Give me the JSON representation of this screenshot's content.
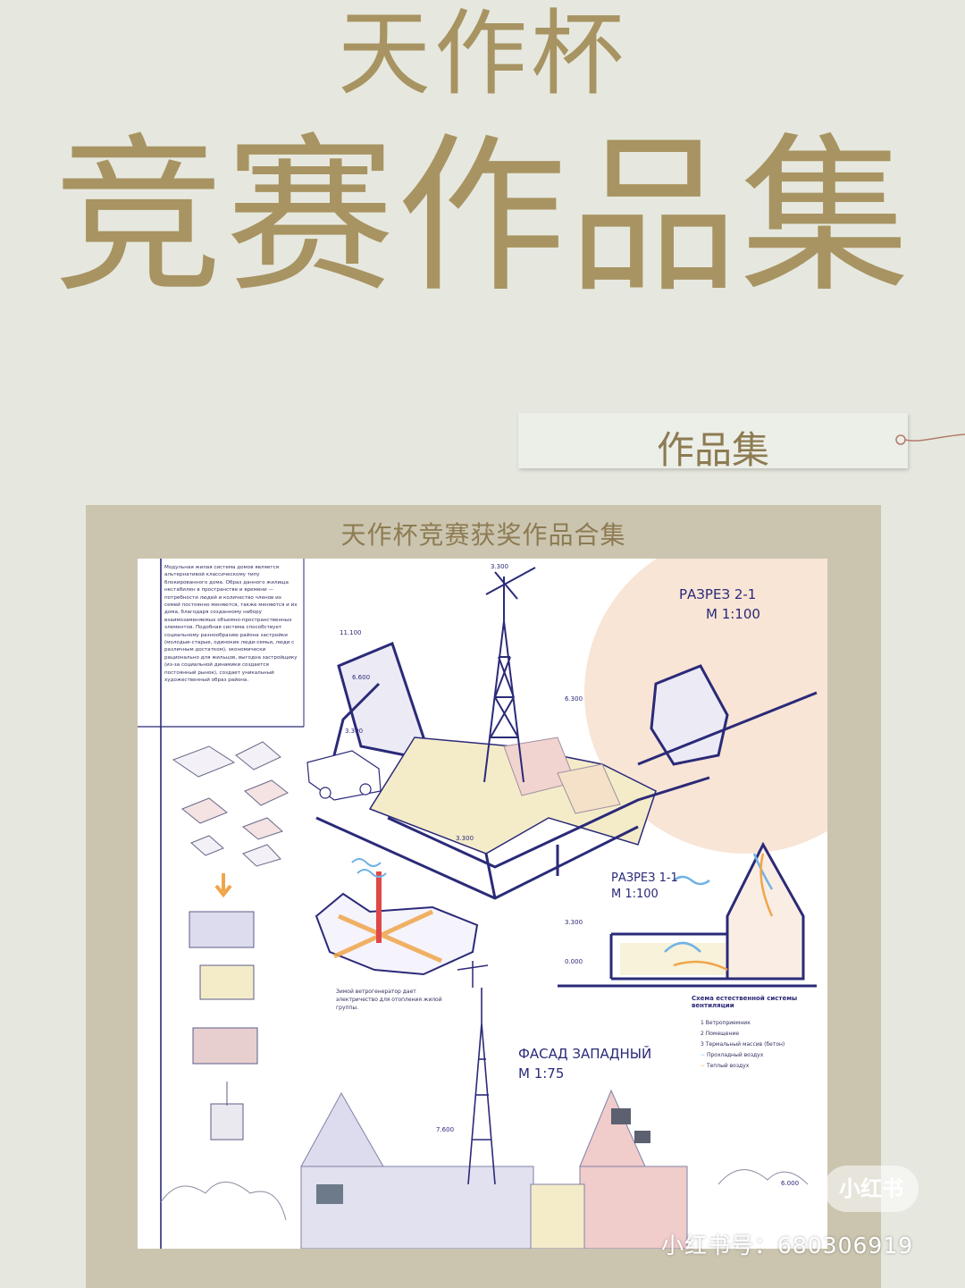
{
  "header": {
    "title_line1": "天作杯",
    "title_line2": "竞赛作品集"
  },
  "tag": {
    "label": "作品集"
  },
  "board": {
    "caption": "天作杯竞赛获奖作品合集",
    "paragraph": "Модульная жилая система домов является альтернативой классическому типу блокированного дома. Образ данного жилища нестабилен в пространстве и времени — потребности людей и количество членов их семей постоянно меняются, также меняются и их дома, благодаря созданному набору взаимозаменяемых объемно-пространственных элементов. Подобная система способствует социальному разнообразию района застройки (молодые-старые, одинокие люди-семьи, люди с различным достатком), экономически рационально для жильцов, выгодна застройщику (из-за социальной динамики создается постоянный рынок), создает уникальный художественный образ района.",
    "section_21": {
      "title": "РАЗРЕЗ 2-1",
      "scale": "М 1:100"
    },
    "section_11": {
      "title": "РАЗРЕЗ 1-1",
      "scale": "М 1:100"
    },
    "facade": {
      "title": "ФАСАД ЗАПАДНЫЙ",
      "scale": "М 1:75"
    },
    "levels": {
      "top": "3.300",
      "roof": "11.100",
      "l1": "6.600",
      "l2": "3.300",
      "l3": "6.300",
      "base": "3.300",
      "zero": "0.000",
      "facade": "7.600",
      "facade_right": "6.000"
    },
    "wind_note": "Зимой ветрогенератор дает электричество для отопления жилой группы.",
    "legend": {
      "title": "Схема естественной системы вентиляции",
      "items": [
        {
          "num": "1",
          "label": "Ветроприемник"
        },
        {
          "num": "2",
          "label": "Помещение"
        },
        {
          "num": "3",
          "label": "Термальный массив (бетон)"
        },
        {
          "num": "",
          "label": "Прохладный воздух"
        },
        {
          "num": "",
          "label": "Теплый воздух"
        }
      ]
    },
    "colors": {
      "ink": "#2b2a78",
      "peach": "#f6dccb",
      "pink": "#f0cccb",
      "lavender": "#dcdcee",
      "yellow": "#f4ecc9",
      "orange": "#f0a54a",
      "blue": "#6fb2e6"
    }
  },
  "overlay": {
    "badge": "小红书",
    "watermark": "小红书号：680306919"
  }
}
